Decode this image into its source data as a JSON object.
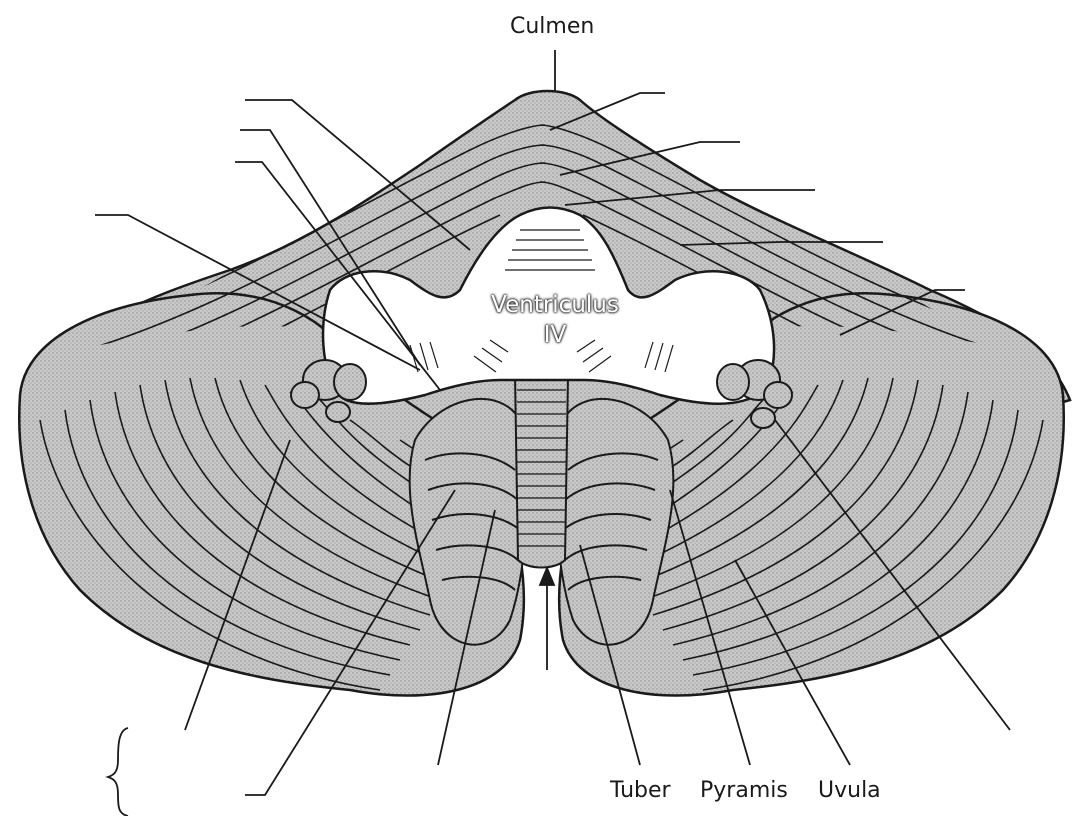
{
  "labels": {
    "culmen": "Culmen",
    "ventricle_line1": "Ventriculus",
    "ventricle_line2": "IV",
    "tuber": "Tuber",
    "pyramis": "Pyramis",
    "uvula": "Uvula"
  },
  "colors": {
    "ink": "#1a1a1a",
    "shade": "#bdbdbd",
    "paper": "#ffffff"
  }
}
